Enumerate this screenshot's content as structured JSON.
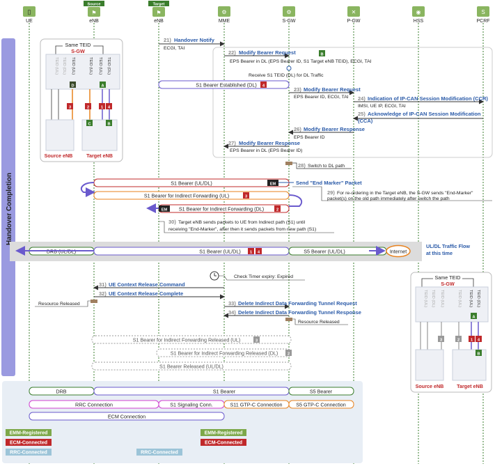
{
  "entities": [
    {
      "name": "UE",
      "icon": "ue-icon",
      "tag": ""
    },
    {
      "name": "eNB",
      "icon": "enb-icon",
      "tag": "Source"
    },
    {
      "name": "eNB",
      "icon": "enb-icon",
      "tag": "Target"
    },
    {
      "name": "MME",
      "icon": "mme-icon",
      "tag": ""
    },
    {
      "name": "S-GW",
      "icon": "sgw-icon",
      "tag": ""
    },
    {
      "name": "P-GW",
      "icon": "pgw-icon",
      "tag": ""
    },
    {
      "name": "HSS",
      "icon": "hss-icon",
      "tag": ""
    },
    {
      "name": "PCRF",
      "icon": "pcrf-icon",
      "tag": ""
    }
  ],
  "phase_label": "Handover Completion",
  "colors": {
    "blue": "#2a5aa8",
    "red": "#c0282a",
    "orange": "#e8821e",
    "purple": "#6a5acd",
    "green": "#3a7d2c",
    "phase": "#9a9ae0"
  },
  "messages": [
    {
      "step": "21)",
      "label": "Handover Notify",
      "sub": "ECGI, TAI"
    },
    {
      "step": "22)",
      "label": "Modify Bearer Request",
      "sub": "EPS Bearer in DL (EPS Bearer ID, S1 Target eNB TEID), ECGI, TAI"
    },
    {
      "step": "",
      "label": "",
      "sub": "Receive S1 TEID (DL) for DL Traffic"
    },
    {
      "step": "23)",
      "label": "Modify Bearer Request",
      "sub": "EPS Bearer ID, ECGI, TAI"
    },
    {
      "step": "24)",
      "label": "Indication of IP-CAN Session Modification (CCR)",
      "sub": "IMSI, UE IP, ECGI, TAI"
    },
    {
      "step": "25)",
      "label": "Acknowledge of IP-CAN Session Modification",
      "sub": "(CCA)"
    },
    {
      "step": "26)",
      "label": "Modify Bearer Response",
      "sub": "EPS Bearer ID"
    },
    {
      "step": "27)",
      "label": "Modify Bearer Response",
      "sub": "EPS Bearer in DL (EPS Bearer ID)"
    },
    {
      "step": "28)",
      "label": "",
      "sub": "Switch to DL path"
    },
    {
      "step": "",
      "label": "Send \"End Marker\" Packet",
      "sub": ""
    },
    {
      "step": "29)",
      "label": "",
      "sub": "For re-ordering in the Target eNB, the S-GW sends \"End-Marker\"",
      "sub2": "packet(s) on the old path immediately after switch the path"
    },
    {
      "step": "30)",
      "label": "",
      "sub": "Target eNB sends packets to UE from Indirect path (S1) until",
      "sub2": "receiving \"End-Marker\", after then it sends packets from new path (S1)"
    },
    {
      "step": "",
      "label": "",
      "sub": "Check Timer expiry: Expired"
    },
    {
      "step": "31)",
      "label": "UE Context Release Command",
      "sub": ""
    },
    {
      "step": "32)",
      "label": "UE Context Release Complete",
      "sub": ""
    },
    {
      "step": "",
      "label": "",
      "sub": "Resource Released"
    },
    {
      "step": "33)",
      "label": "Delete Indirect Data Forwarding Tunnel Request",
      "sub": ""
    },
    {
      "step": "34)",
      "label": "Delete Indirect Data Forwarding Tunnel Response",
      "sub": ""
    },
    {
      "step": "",
      "label": "",
      "sub": "Resource Released"
    }
  ],
  "bearers": {
    "s1_established": "S1 Bearer Established (DL)",
    "s1_ul_dl": "S1 Bearer (UL/DL)",
    "s1_indirect_ul": "S1 Bearer for Indirect Forwarding (UL)",
    "s1_indirect_dl": "S1 Bearer for Indirect Forwarding (DL)",
    "drb": "DRB (UL/DL)",
    "s1": "S1 Bearer (UL/DL)",
    "s5": "S5 Bearer (UL/DL)",
    "internet": "Internet",
    "traffic_flow": "UL/DL Traffic Flow",
    "traffic_flow2": "at this time",
    "rel_indirect_ul": "S1 Bearer for Indirect Forwarding Released (UL)",
    "rel_indirect_dl": "S1 Bearer for Indirect Forwarding Released (DL)",
    "rel_s1": "S1 Bearer Released (UL/DL)",
    "em": "EM"
  },
  "badges": {
    "b1": "1",
    "b2": "2",
    "b3": "3",
    "b4": "4",
    "A": "A",
    "B": "B",
    "C": "C",
    "D": "D"
  },
  "inset": {
    "same_teid": "Same TEID",
    "sgw": "S-GW",
    "source_enb": "Source eNB",
    "target_enb": "Target eNB",
    "teid_ul": "TEID (UL)",
    "teid_dl": "TEID (DL)"
  },
  "bottom": {
    "drb": "DRB",
    "s1_bearer": "S1 Bearer",
    "s5_bearer": "S5 Bearer",
    "rrc_connection": "RRC Connection",
    "s1_signaling": "S1 Signaling Conn.",
    "s11": "S11 GTP-C Connection",
    "s5_gtp": "S5 GTP-C Connection",
    "ecm_connection": "ECM Connection",
    "emm_registered": "EMM-Registered",
    "ecm_connected": "ECM-Connected",
    "rrc_connected": "RRC-Connected"
  }
}
